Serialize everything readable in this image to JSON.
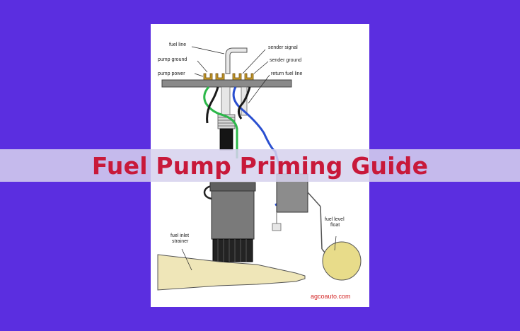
{
  "page": {
    "title": "Fuel Pump Priming Guide",
    "background_color": "#5b2ee0",
    "title_color": "#c8193a"
  },
  "diagram": {
    "labels": {
      "fuel_line": "fuel line",
      "pump_ground": "pump ground",
      "pump_power": "pump power",
      "sender_signal": "sender signal",
      "sender_ground": "sender ground",
      "return_fuel_line": "return fuel line",
      "fuel_inlet_strainer_1": "fuel inlet",
      "fuel_inlet_strainer_2": "strainer",
      "fuel_level_float_1": "fuel level",
      "fuel_level_float_2": "float"
    },
    "watermark": "agcoauto.com",
    "colors": {
      "mounting_plate": "#8a8a8a",
      "pump_body": "#7a7a7a",
      "wire_green": "#2db84a",
      "wire_blue": "#2a4fd0",
      "wire_black": "#1a1a1a",
      "terminal_gold": "#c89a2a",
      "strainer": "#efe6b8",
      "float": "#e8dc8a"
    }
  }
}
